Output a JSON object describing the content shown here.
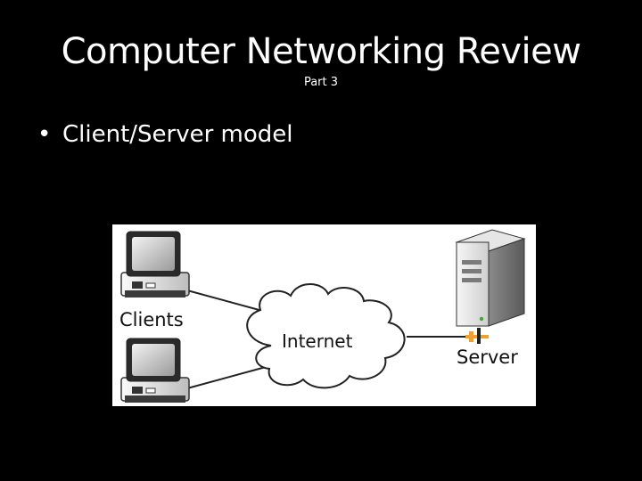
{
  "slide": {
    "title": "Computer Networking Review",
    "subtitle": "Part 3",
    "bullets": [
      {
        "text": "Client/Server model"
      }
    ]
  },
  "diagram": {
    "clients_label": "Clients",
    "internet_label": "Internet",
    "server_label": "Server"
  },
  "colors": {
    "background": "#000000",
    "text": "#ffffff",
    "diagram_bg": "#ffffff",
    "connector_orange": "#f0a030"
  }
}
